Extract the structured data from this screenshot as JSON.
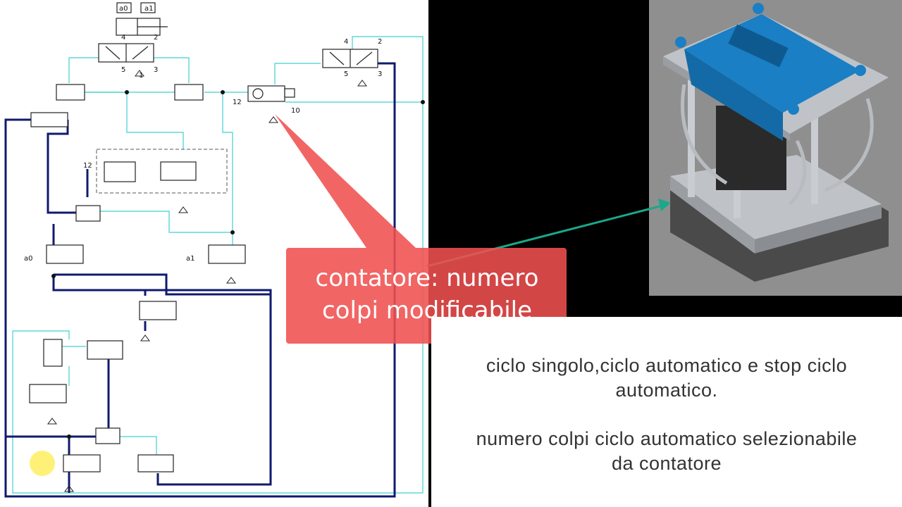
{
  "diagram": {
    "port_labels": {
      "a0": "a0",
      "a1": "a1",
      "p1": "1",
      "p2": "2",
      "p3": "3",
      "p4": "4",
      "p5": "5",
      "p10": "10",
      "p12": "12"
    }
  },
  "callout": {
    "line1": "contatore: numero",
    "line2": "colpi modificabile"
  },
  "captions": {
    "line1": "ciclo singolo,ciclo automatico e stop ciclo",
    "line2": "automatico.",
    "line3": "numero colpi ciclo automatico selezionabile",
    "line4": "da contatore"
  },
  "photo": {
    "subject": "pneumatic press unit",
    "colors": {
      "body": "#1a7fc4",
      "plate": "#bfc3c8",
      "base": "#4a4a4a"
    }
  },
  "colors": {
    "pipe_dark": "#101a6e",
    "pipe_light": "#3fd0d0",
    "callout": "#f05050",
    "arrow": "#1aa88a"
  }
}
